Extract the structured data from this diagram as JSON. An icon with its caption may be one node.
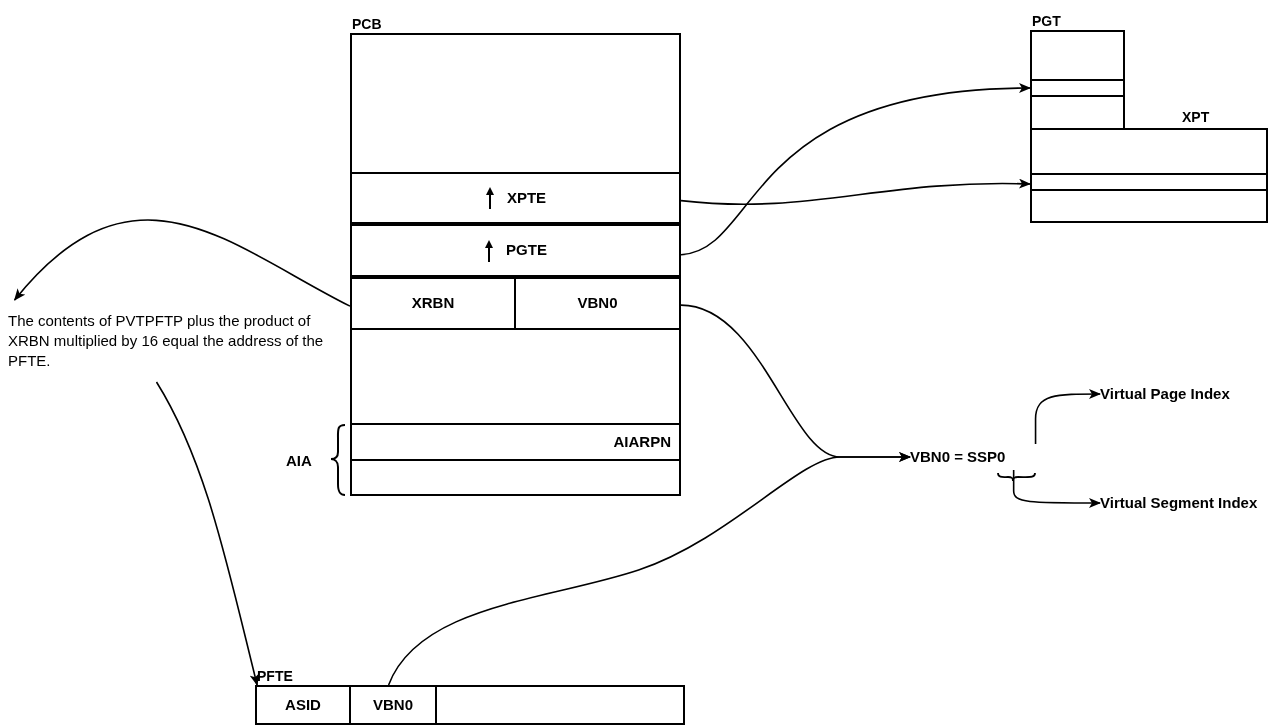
{
  "diagram": {
    "nodes": [
      {
        "text": [
          "PCB"
        ]
      },
      {
        "text": [
          "XPTE"
        ],
        "in": 0
      },
      {
        "text": [
          "PGTE"
        ],
        "in": 0
      },
      {
        "text": [
          "XRBN"
        ],
        "in": 0
      },
      {
        "text": [
          "VBN0"
        ],
        "in": 0
      },
      {
        "text": [
          "AIARPN"
        ],
        "in": 0
      },
      {
        "text": [
          "PGT"
        ]
      },
      {
        "text": [],
        "shape": "box",
        "in": 6
      },
      {
        "text": [
          "XPT"
        ]
      },
      {
        "text": [],
        "shape": "box",
        "in": 8
      },
      {
        "text": [
          "The contents of PVTPFTP plus the product of XRBN multiplied by 16 equal the address of the PFTE."
        ]
      },
      {
        "text": [
          "VBN0 = SSP0"
        ]
      },
      {
        "text": [
          "Virtual Page Index"
        ]
      },
      {
        "text": [
          "Virtual Segment Index"
        ]
      },
      {
        "text": [
          "PFTE"
        ]
      },
      {
        "text": [
          "ASID"
        ],
        "in": 14
      },
      {
        "text": [
          "VBN0"
        ],
        "in": 14
      }
    ],
    "edges": [
      {
        "from": 1,
        "to": 9,
        "arrow": "to"
      },
      {
        "from": 2,
        "to": 7,
        "arrow": "to"
      },
      {
        "from": 3,
        "to": 10,
        "arrow": "to"
      },
      {
        "from": 4,
        "to": 11,
        "arrow": "to"
      },
      {
        "from": 16,
        "to": 11,
        "arrow": "to"
      },
      {
        "from": 10,
        "to": 14,
        "arrow": "to"
      },
      {
        "from": 11,
        "to": 12,
        "arrow": "to"
      },
      {
        "from": 11,
        "to": 13,
        "arrow": "to"
      }
    ],
    "labels": [
      "AIA"
    ]
  }
}
